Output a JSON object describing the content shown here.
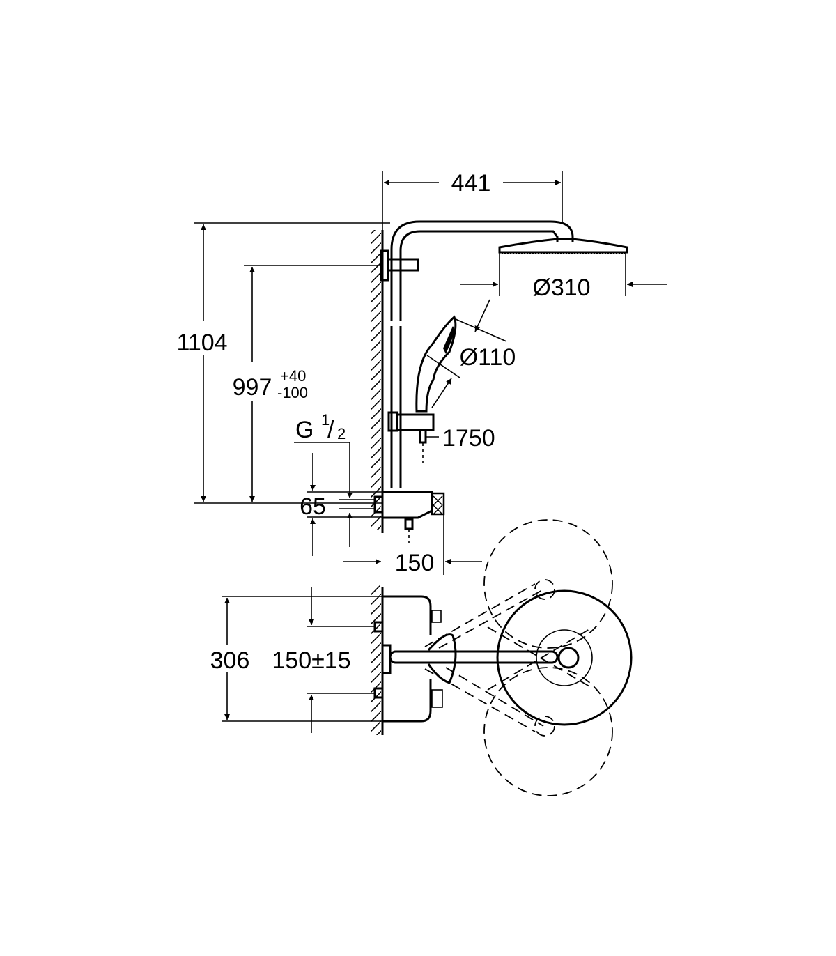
{
  "drawing": {
    "labels": {
      "width_441": "441",
      "height_1104": "1104",
      "height_997": "997",
      "tol_plus": "+40",
      "tol_minus": "-100",
      "thread": "G",
      "thread_num": "1",
      "thread_den": "2",
      "spacing_65": "65",
      "depth_150": "150",
      "hose_1750": "1750",
      "head_dia": "Ø310",
      "hand_dia": "Ø110",
      "height_306": "306",
      "center_150": "150±15"
    },
    "colors": {
      "line": "#000000",
      "background": "#ffffff"
    }
  }
}
